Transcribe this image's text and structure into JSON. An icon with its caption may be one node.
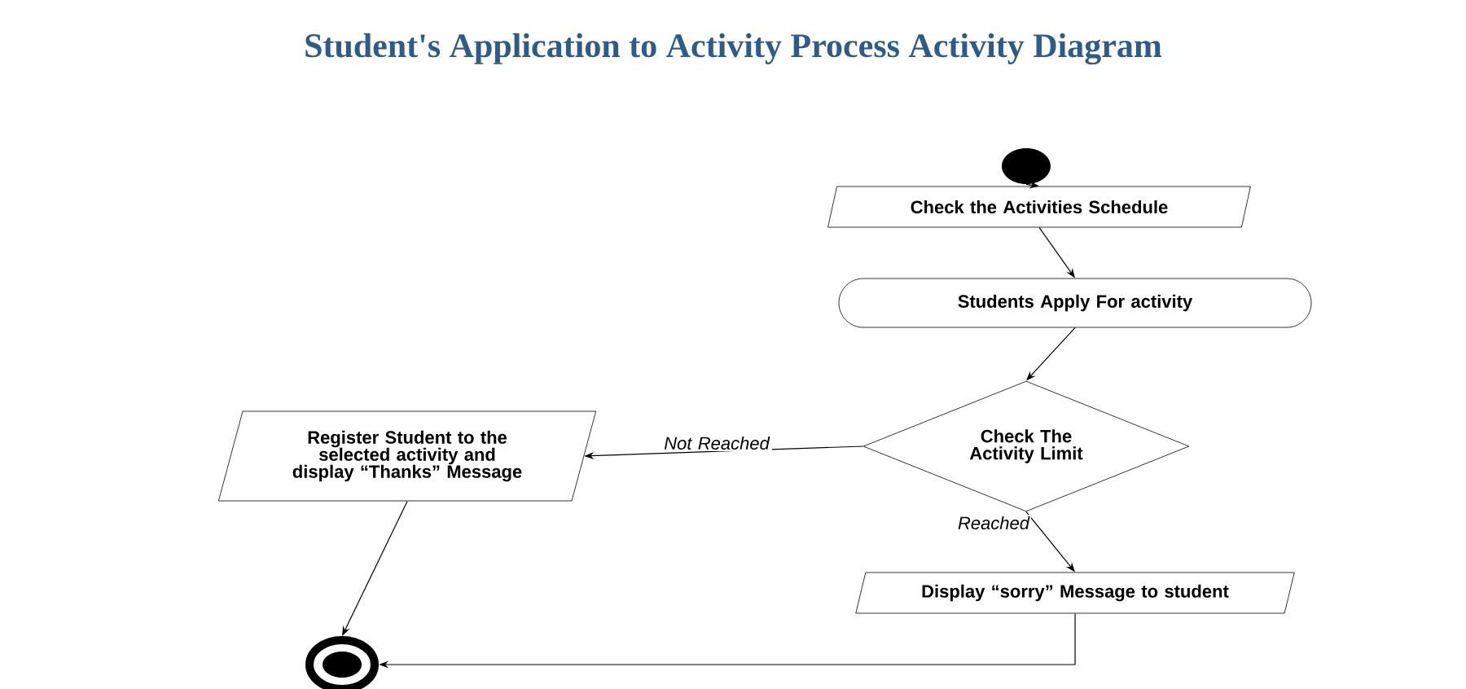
{
  "diagram": {
    "title": "Student's Application to Activity Process Activity Diagram",
    "nodes": [
      {
        "text": [],
        "shape": "circle"
      },
      {
        "text": [
          "Check the Activities Schedule"
        ]
      },
      {
        "text": [
          "Students Apply For activity"
        ]
      },
      {
        "text": [
          "Check The Activity Limit"
        ]
      },
      {
        "text": [
          "Register Student to the selected activity and display “Thanks” Message"
        ]
      },
      {
        "text": [
          "Display “sorry” Message to student"
        ]
      },
      {
        "text": [],
        "shape": "bullseye"
      }
    ],
    "edges": [
      {
        "from": 0,
        "to": 1,
        "arrow": "to"
      },
      {
        "from": 1,
        "to": 2,
        "arrow": "to"
      },
      {
        "from": 2,
        "to": 3,
        "arrow": "to"
      },
      {
        "from": 3,
        "to": 4,
        "arrow": "to",
        "label": "Not Reached"
      },
      {
        "from": 3,
        "to": 5,
        "arrow": "to",
        "label": "Reached"
      },
      {
        "from": 4,
        "to": 6,
        "arrow": "to"
      },
      {
        "from": 5,
        "to": 6,
        "arrow": "to"
      }
    ]
  }
}
